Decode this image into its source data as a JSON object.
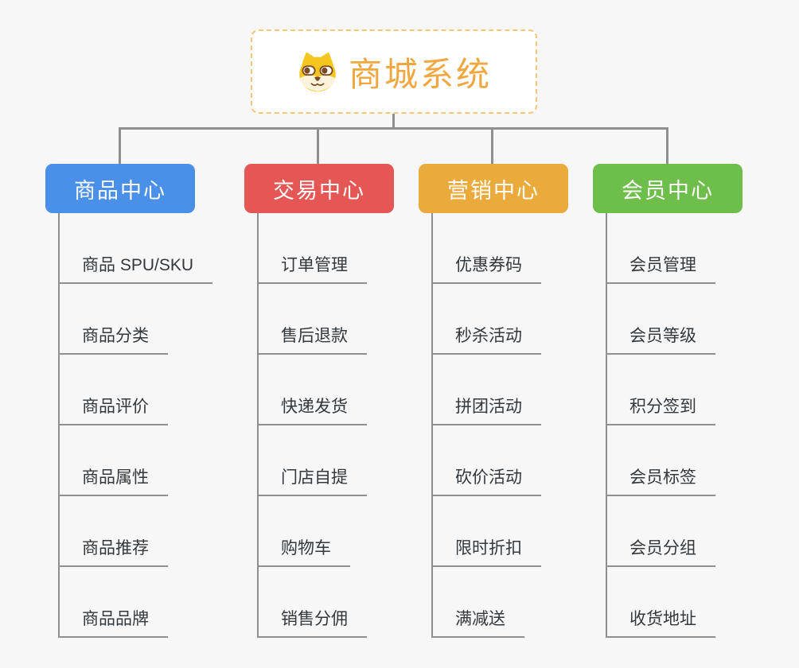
{
  "root": {
    "title": "商城系统",
    "icon": "dog-face-icon"
  },
  "branches": [
    {
      "label": "商品中心",
      "color": "#4A90E8",
      "children": [
        "商品 SPU/SKU",
        "商品分类",
        "商品评价",
        "商品属性",
        "商品推荐",
        "商品品牌"
      ]
    },
    {
      "label": "交易中心",
      "color": "#E45754",
      "children": [
        "订单管理",
        "售后退款",
        "快递发货",
        "门店自提",
        "购物车",
        "销售分佣"
      ]
    },
    {
      "label": "营销中心",
      "color": "#EBAA3C",
      "children": [
        "优惠券码",
        "秒杀活动",
        "拼团活动",
        "砍价活动",
        "限时折扣",
        "满减送"
      ]
    },
    {
      "label": "会员中心",
      "color": "#6DBE4B",
      "children": [
        "会员管理",
        "会员等级",
        "积分签到",
        "会员标签",
        "会员分组",
        "收货地址"
      ]
    }
  ],
  "colors": {
    "background": "#F7F7F7",
    "connector_line": "#8F8F8F",
    "root_title_text": "#F0A740",
    "root_border": "#F3C678",
    "root_background": "#FFFFFF",
    "branch_text": "#FFFFFF",
    "child_text": "#33383D"
  }
}
